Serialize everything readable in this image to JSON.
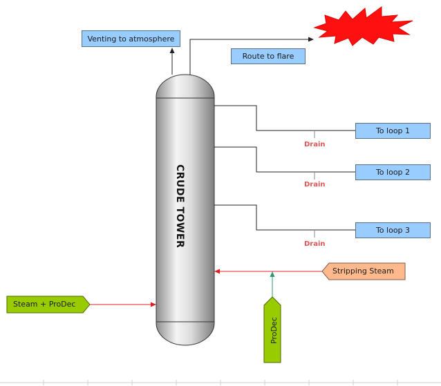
{
  "tower": {
    "label": "CRUDE TOWER"
  },
  "vent": {
    "label": "Venting to atmosphere"
  },
  "flare": {
    "label": "Route to flare"
  },
  "loops": [
    {
      "label": "To loop 1",
      "drain": "Drain"
    },
    {
      "label": "To loop 2",
      "drain": "Drain"
    },
    {
      "label": "To loop 3",
      "drain": "Drain"
    }
  ],
  "stripping_steam": {
    "label": "Stripping Steam"
  },
  "steam_prodec": {
    "label": "Steam + ProDec"
  },
  "prodec": {
    "label": "ProDec"
  },
  "colors": {
    "box_blue": "#99ccff",
    "stream_green": "#99cc00",
    "steam_orange": "#ffb98c",
    "flow_red": "#e02020",
    "flare_red": "#ff1010",
    "drain_red": "#e05555"
  }
}
